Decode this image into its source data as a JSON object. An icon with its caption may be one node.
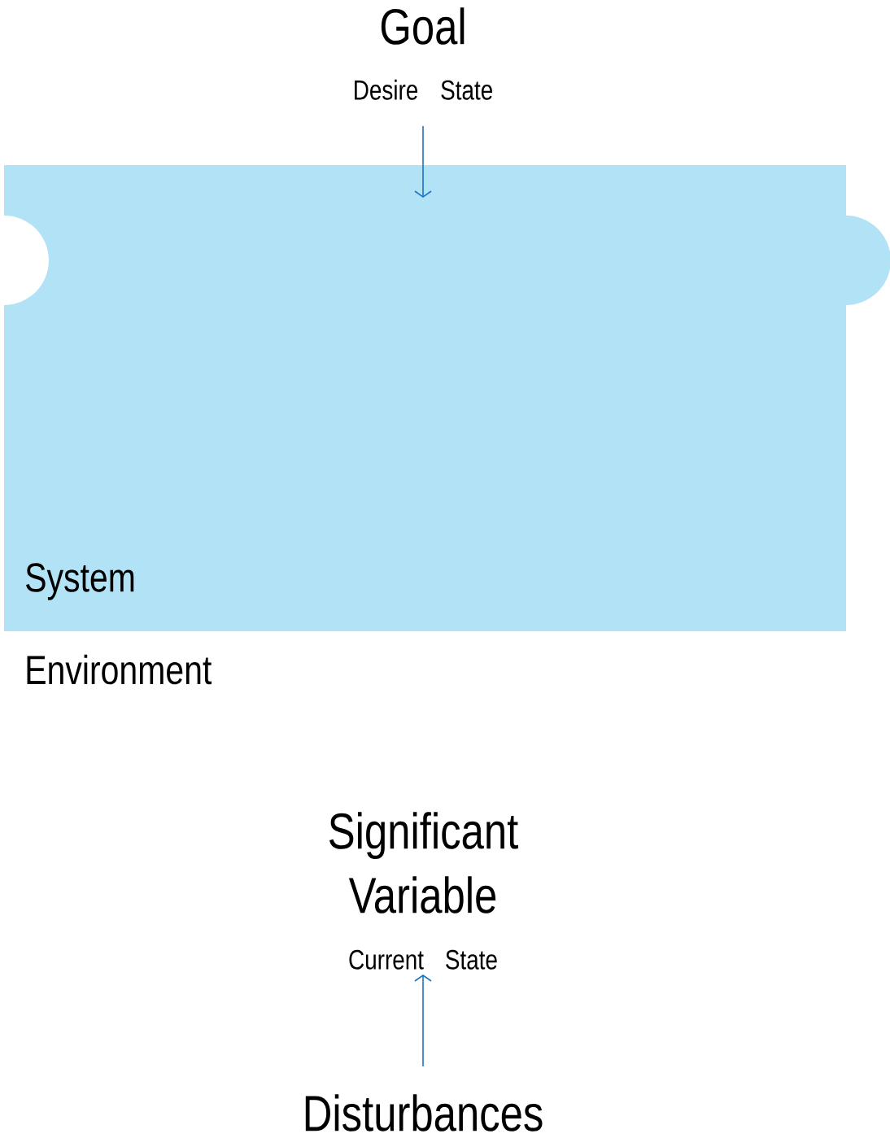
{
  "diagram": {
    "nodes": [
      {
        "text": [
          "Goal",
          "Desire State"
        ]
      },
      {
        "text": [
          "System"
        ]
      },
      {
        "text": [
          "Significant Variable",
          "Current State"
        ]
      },
      {
        "text": [
          "Disturbances"
        ]
      }
    ],
    "edges": [
      {
        "from": 0,
        "to": 1,
        "arrow": "to"
      },
      {
        "from": 3,
        "to": 2,
        "arrow": "to"
      }
    ],
    "labels": [
      "Environment"
    ]
  }
}
